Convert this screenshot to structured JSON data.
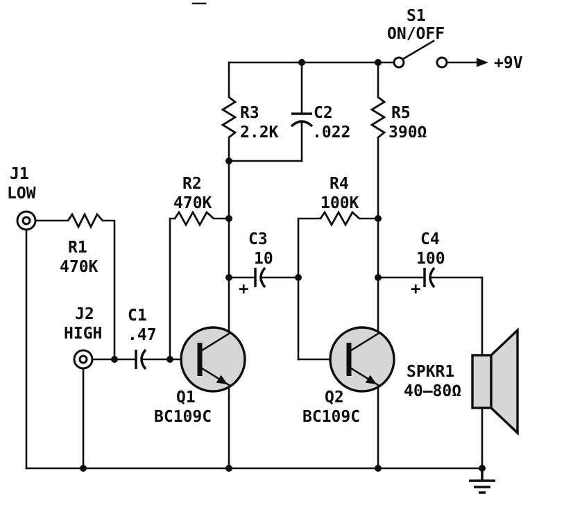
{
  "power": {
    "switch_ref": "S1",
    "switch_label": "ON/OFF",
    "supply_label": "+9V"
  },
  "jacks": {
    "j1": {
      "ref": "J1",
      "label": "LOW"
    },
    "j2": {
      "ref": "J2",
      "label": "HIGH"
    }
  },
  "resistors": {
    "r1": {
      "ref": "R1",
      "value": "470K"
    },
    "r2": {
      "ref": "R2",
      "value": "470K"
    },
    "r3": {
      "ref": "R3",
      "value": "2.2K"
    },
    "r4": {
      "ref": "R4",
      "value": "100K"
    },
    "r5": {
      "ref": "R5",
      "value": "390Ω"
    }
  },
  "capacitors": {
    "c1": {
      "ref": "C1",
      "value": ".47"
    },
    "c2": {
      "ref": "C2",
      "value": ".022"
    },
    "c3": {
      "ref": "C3",
      "value": "10",
      "polarity": "+"
    },
    "c4": {
      "ref": "C4",
      "value": "100",
      "polarity": "+"
    }
  },
  "transistors": {
    "q1": {
      "ref": "Q1",
      "part": "BC109C"
    },
    "q2": {
      "ref": "Q2",
      "part": "BC109C"
    }
  },
  "speaker": {
    "ref": "SPKR1",
    "impedance": "40–80Ω"
  }
}
